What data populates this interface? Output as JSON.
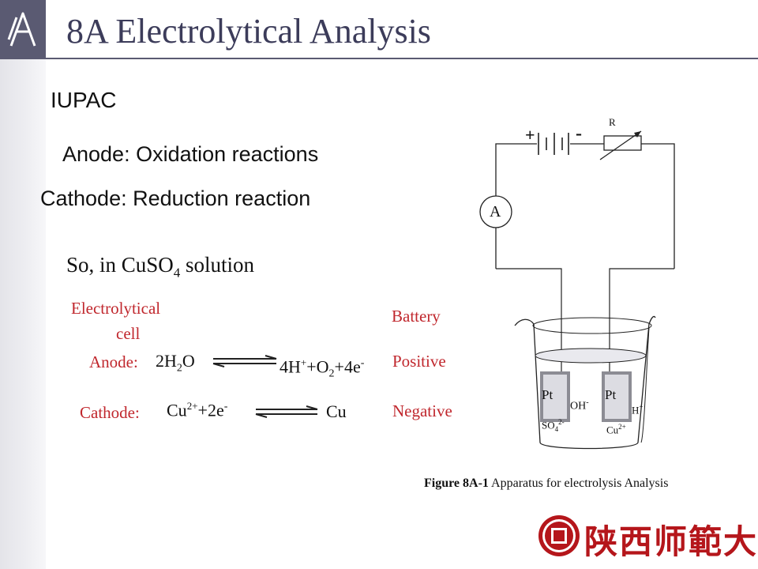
{
  "slide": {
    "title": "8A Electrolytical Analysis",
    "iupac": "IUPAC",
    "anode_def": "Anode: Oxidation reactions",
    "cathode_def": "Cathode: Reduction reaction",
    "so_intro": "So, in CuSO",
    "so_sub": "4",
    "so_tail": "solution"
  },
  "table": {
    "cell_header_line1": "Electrolytical",
    "cell_header_line2": "cell",
    "battery_header": "Battery",
    "anode_label": "Anode:",
    "anode_left": "2H",
    "anode_left_sub": "2",
    "anode_left_tail": "O",
    "anode_right_a": "4H",
    "anode_right_sup": "+",
    "anode_right_b": "+O",
    "anode_right_sub": "2",
    "anode_right_c": "+4e",
    "anode_right_sup2": "-",
    "positive": "Positive",
    "cathode_label": "Cathode:",
    "cathode_left_a": "Cu",
    "cathode_left_sup": "2+",
    "cathode_left_b": "+2e",
    "cathode_left_sup2": "-",
    "cathode_right": "Cu",
    "negative": "Negative"
  },
  "diagram": {
    "resistor_label": "R",
    "plus_sign": "+",
    "minus_sign": "-",
    "ammeter_label": "A",
    "electrode_left": "Pt",
    "electrode_right": "Pt",
    "ion_oh": "OH",
    "ion_oh_sup": "-",
    "ion_so4": "SO",
    "ion_so4_sub": "4",
    "ion_so4_sup": "2-",
    "ion_h": "H",
    "ion_h_sup": "+",
    "ion_cu": "Cu",
    "ion_cu_sup": "2+"
  },
  "caption": {
    "bold": "Figure 8A-1",
    "text": " Apparatus for electrolysis Analysis"
  },
  "footer": {
    "university_name": "陕西师範大學"
  },
  "colors": {
    "title": "#3c3c5a",
    "red_label": "#c0272d",
    "sidebar": "#e4e4e9",
    "logo_box": "#5a5a72",
    "university_red": "#b5161b"
  }
}
